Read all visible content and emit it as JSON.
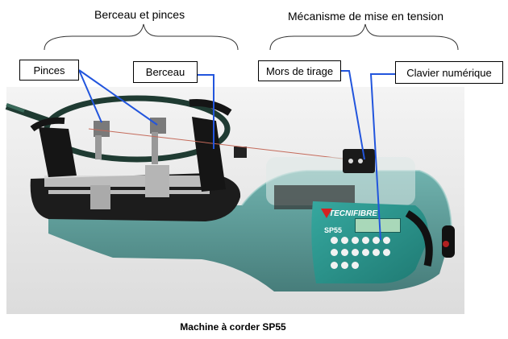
{
  "headings": {
    "left": "Berceau et pinces",
    "right": "Mécanisme de mise en tension"
  },
  "labels": {
    "pinces": "Pinces",
    "berceau": "Berceau",
    "mors": "Mors de tirage",
    "clavier": "Clavier numérique"
  },
  "machine": {
    "brand": "TECNIFIBRE",
    "model": "SP55"
  },
  "caption": "Machine à corder SP55",
  "colors": {
    "leader_line": "#2255dd",
    "photo_background": "#ececec",
    "body_teal": "#3f8f8b",
    "panel_teal": "#2f9a92",
    "frame_dark": "#1c1c1c"
  }
}
